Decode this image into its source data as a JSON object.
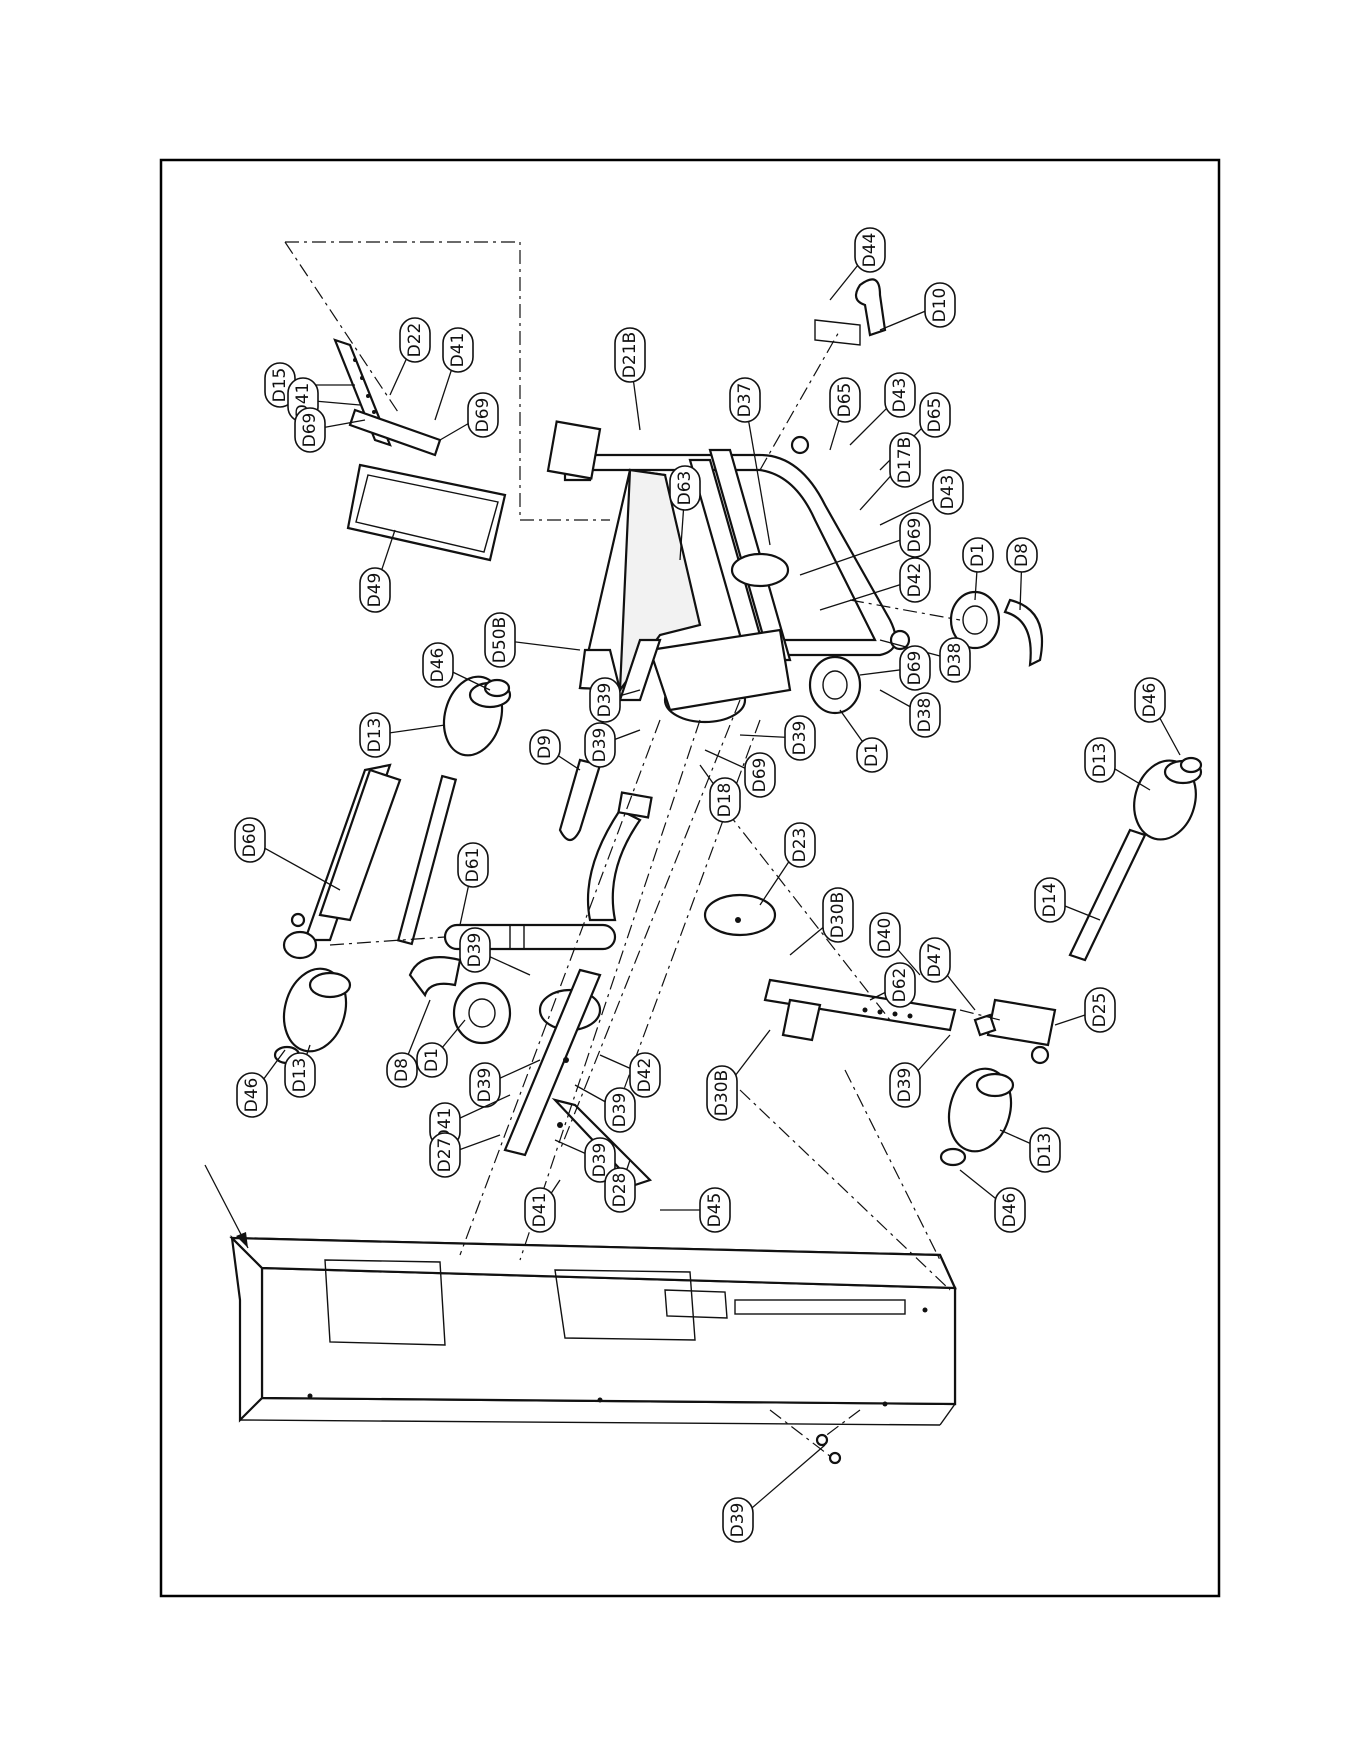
{
  "labels": [
    {
      "id": "D44",
      "text": "D44"
    },
    {
      "id": "D10",
      "text": "D10"
    },
    {
      "id": "D21B",
      "text": "D21B"
    },
    {
      "id": "D65a",
      "text": "D65"
    },
    {
      "id": "D43a",
      "text": "D43"
    },
    {
      "id": "D65b",
      "text": "D65"
    },
    {
      "id": "D17B",
      "text": "D17B"
    },
    {
      "id": "D43b",
      "text": "D43"
    },
    {
      "id": "D37",
      "text": "D37"
    },
    {
      "id": "D69a",
      "text": "D69"
    },
    {
      "id": "D42a",
      "text": "D42"
    },
    {
      "id": "D1a",
      "text": "D1"
    },
    {
      "id": "D8a",
      "text": "D8"
    },
    {
      "id": "D38a",
      "text": "D38"
    },
    {
      "id": "D69b",
      "text": "D69"
    },
    {
      "id": "D38b",
      "text": "D38"
    },
    {
      "id": "D1b",
      "text": "D1"
    },
    {
      "id": "D63",
      "text": "D63"
    },
    {
      "id": "D22",
      "text": "D22"
    },
    {
      "id": "D15",
      "text": "D15"
    },
    {
      "id": "D41a",
      "text": "D41"
    },
    {
      "id": "D41b",
      "text": "D41"
    },
    {
      "id": "D69c",
      "text": "D69"
    },
    {
      "id": "D69d",
      "text": "D69"
    },
    {
      "id": "D49",
      "text": "D49"
    },
    {
      "id": "D50B",
      "text": "D50B"
    },
    {
      "id": "D46a",
      "text": "D46"
    },
    {
      "id": "D13a",
      "text": "D13"
    },
    {
      "id": "D39a",
      "text": "D39"
    },
    {
      "id": "D9",
      "text": "D9"
    },
    {
      "id": "D39b",
      "text": "D39"
    },
    {
      "id": "D39c",
      "text": "D39"
    },
    {
      "id": "D69e",
      "text": "D69"
    },
    {
      "id": "D18",
      "text": "D18"
    },
    {
      "id": "D60",
      "text": "D60"
    },
    {
      "id": "D61",
      "text": "D61"
    },
    {
      "id": "D23",
      "text": "D23"
    },
    {
      "id": "D30Ba",
      "text": "D30B"
    },
    {
      "id": "D40",
      "text": "D40"
    },
    {
      "id": "D47",
      "text": "D47"
    },
    {
      "id": "D46b",
      "text": "D46"
    },
    {
      "id": "D13b",
      "text": "D13"
    },
    {
      "id": "D14",
      "text": "D14"
    },
    {
      "id": "D25",
      "text": "D25"
    },
    {
      "id": "D62",
      "text": "D62"
    },
    {
      "id": "D39d",
      "text": "D39"
    },
    {
      "id": "D30Bb",
      "text": "D30B"
    },
    {
      "id": "D13c",
      "text": "D13"
    },
    {
      "id": "D46c",
      "text": "D46"
    },
    {
      "id": "D39e",
      "text": "D39"
    },
    {
      "id": "D8b",
      "text": "D8"
    },
    {
      "id": "D1c",
      "text": "D1"
    },
    {
      "id": "D39f",
      "text": "D39"
    },
    {
      "id": "D41c",
      "text": "D41"
    },
    {
      "id": "D27",
      "text": "D27"
    },
    {
      "id": "D42b",
      "text": "D42"
    },
    {
      "id": "D39g",
      "text": "D39"
    },
    {
      "id": "D39h",
      "text": "D39"
    },
    {
      "id": "D28",
      "text": "D28"
    },
    {
      "id": "D41d",
      "text": "D41"
    },
    {
      "id": "D45",
      "text": "D45"
    },
    {
      "id": "D46d",
      "text": "D46"
    },
    {
      "id": "D13d",
      "text": "D13"
    },
    {
      "id": "D39i",
      "text": "D39"
    }
  ]
}
